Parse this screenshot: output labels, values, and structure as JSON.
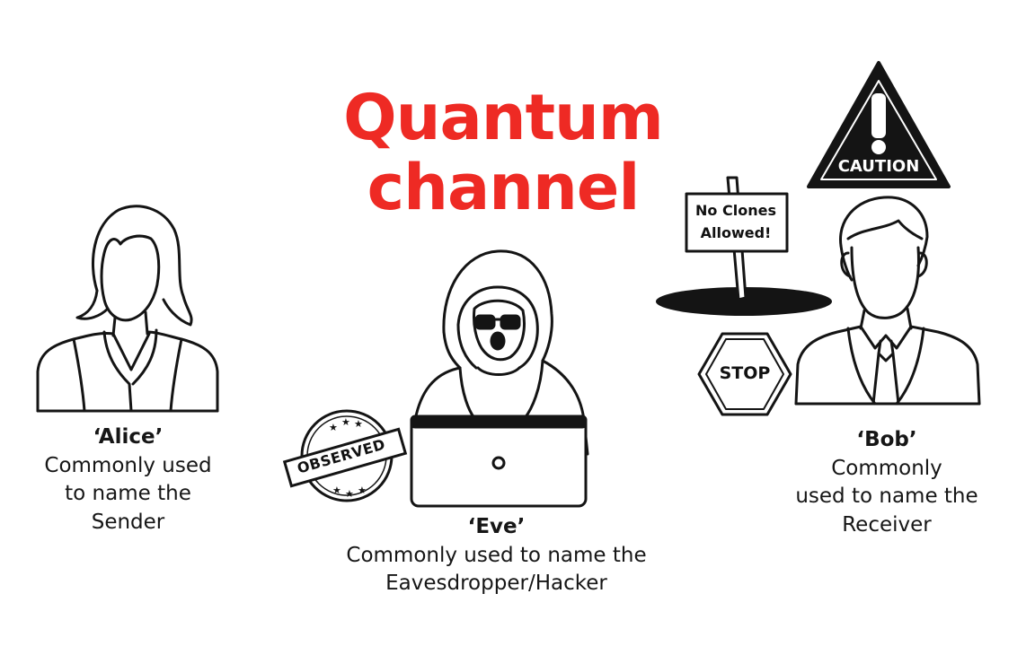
{
  "title": {
    "line1": "Quantum",
    "line2": "channel"
  },
  "alice": {
    "name": "‘Alice’",
    "description_lines": [
      "Commonly used",
      "to name the",
      "Sender"
    ]
  },
  "eve": {
    "name": "‘Eve’",
    "description_lines": [
      "Commonly used to name the",
      "Eavesdropper/Hacker"
    ]
  },
  "bob": {
    "name": "‘Bob’",
    "description_lines": [
      "Commonly",
      "used to name the",
      "Receiver"
    ]
  },
  "signs": {
    "no_clones_line1": "No Clones",
    "no_clones_line2": "Allowed!",
    "stop": "STOP",
    "caution": "CAUTION",
    "observed": "OBSERVED"
  },
  "colors": {
    "title": "#ee2a24",
    "ink": "#141414",
    "background": "#ffffff"
  },
  "icons": [
    "alice-figure-icon",
    "eve-hacker-icon",
    "laptop-icon",
    "bob-figure-icon",
    "no-clones-sign-icon",
    "stop-sign-icon",
    "caution-sign-icon",
    "observed-stamp-icon",
    "hole-icon"
  ]
}
